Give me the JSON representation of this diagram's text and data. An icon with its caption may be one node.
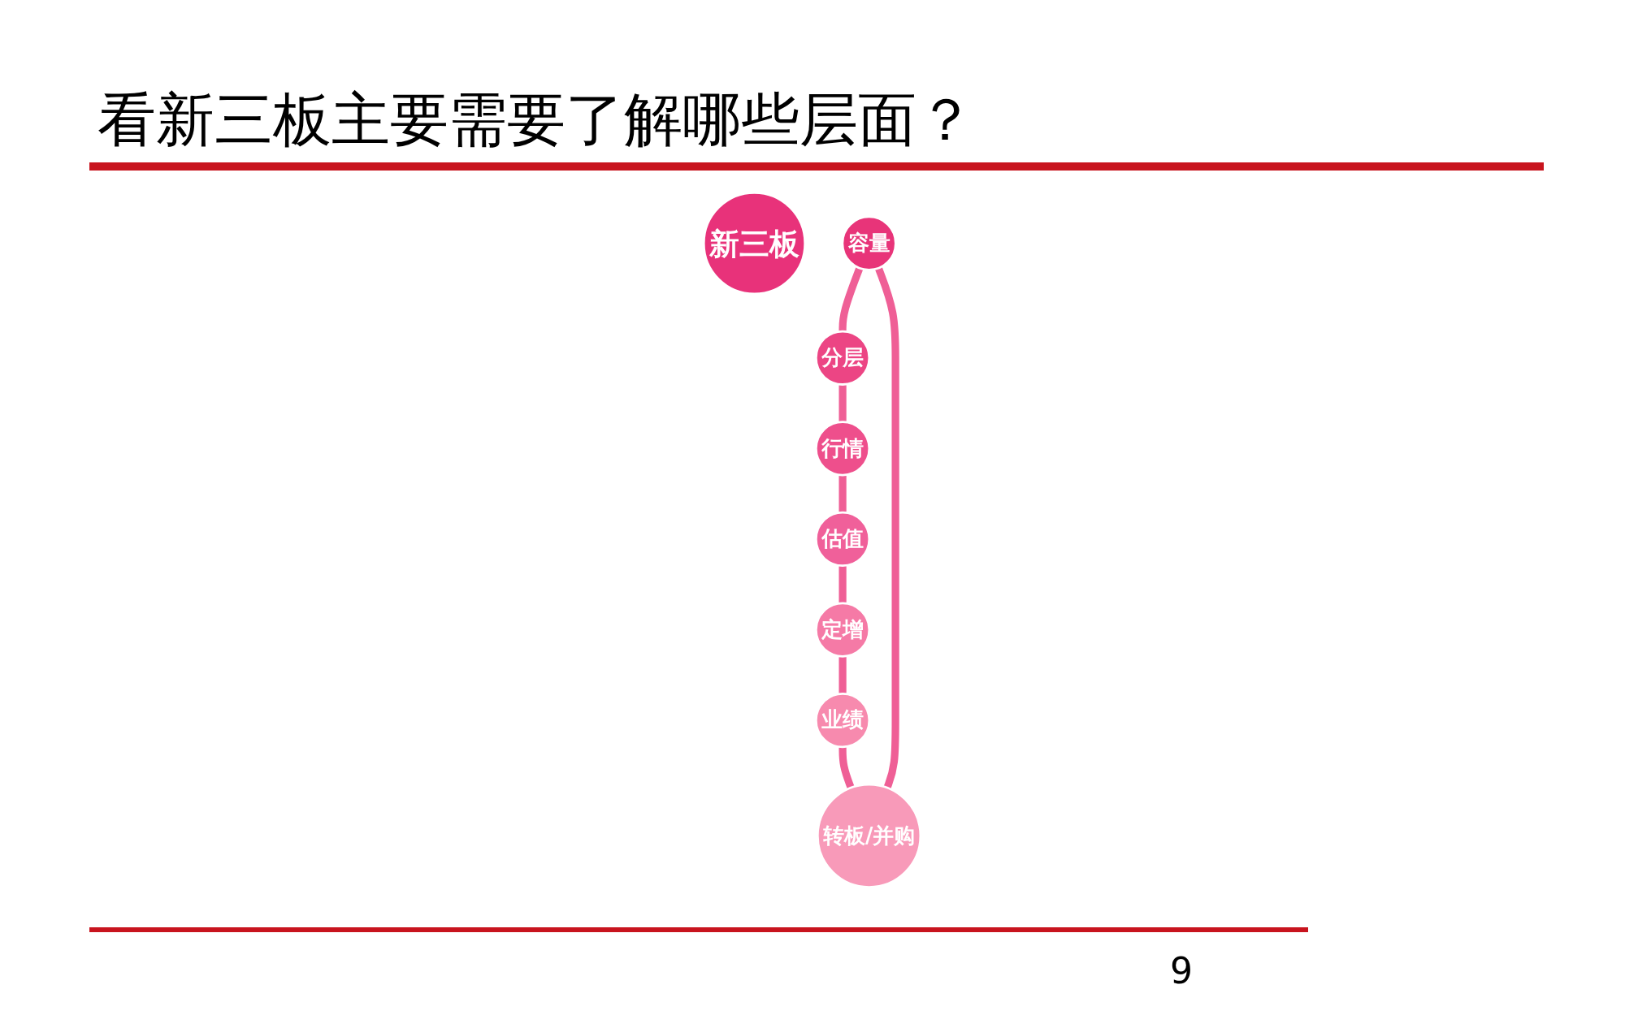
{
  "diagram": {
    "title": "看新三板主要需要了解哪些层面？",
    "nodes": [
      {
        "text": [
          "新三板"
        ]
      },
      {
        "text": [
          "容量"
        ]
      },
      {
        "text": [
          "分层"
        ]
      },
      {
        "text": [
          "行情"
        ]
      },
      {
        "text": [
          "估值"
        ]
      },
      {
        "text": [
          "定增"
        ]
      },
      {
        "text": [
          "业绩"
        ]
      },
      {
        "text": [
          "转板/并购"
        ]
      }
    ],
    "edges": [
      {
        "from": 1,
        "to": 2,
        "arrow": "none"
      },
      {
        "from": 2,
        "to": 3,
        "arrow": "none"
      },
      {
        "from": 3,
        "to": 4,
        "arrow": "none"
      },
      {
        "from": 4,
        "to": 5,
        "arrow": "none"
      },
      {
        "from": 5,
        "to": 6,
        "arrow": "none"
      },
      {
        "from": 6,
        "to": 7,
        "arrow": "none"
      },
      {
        "from": 7,
        "to": 1,
        "arrow": "none"
      }
    ],
    "labels": [
      "9"
    ]
  }
}
